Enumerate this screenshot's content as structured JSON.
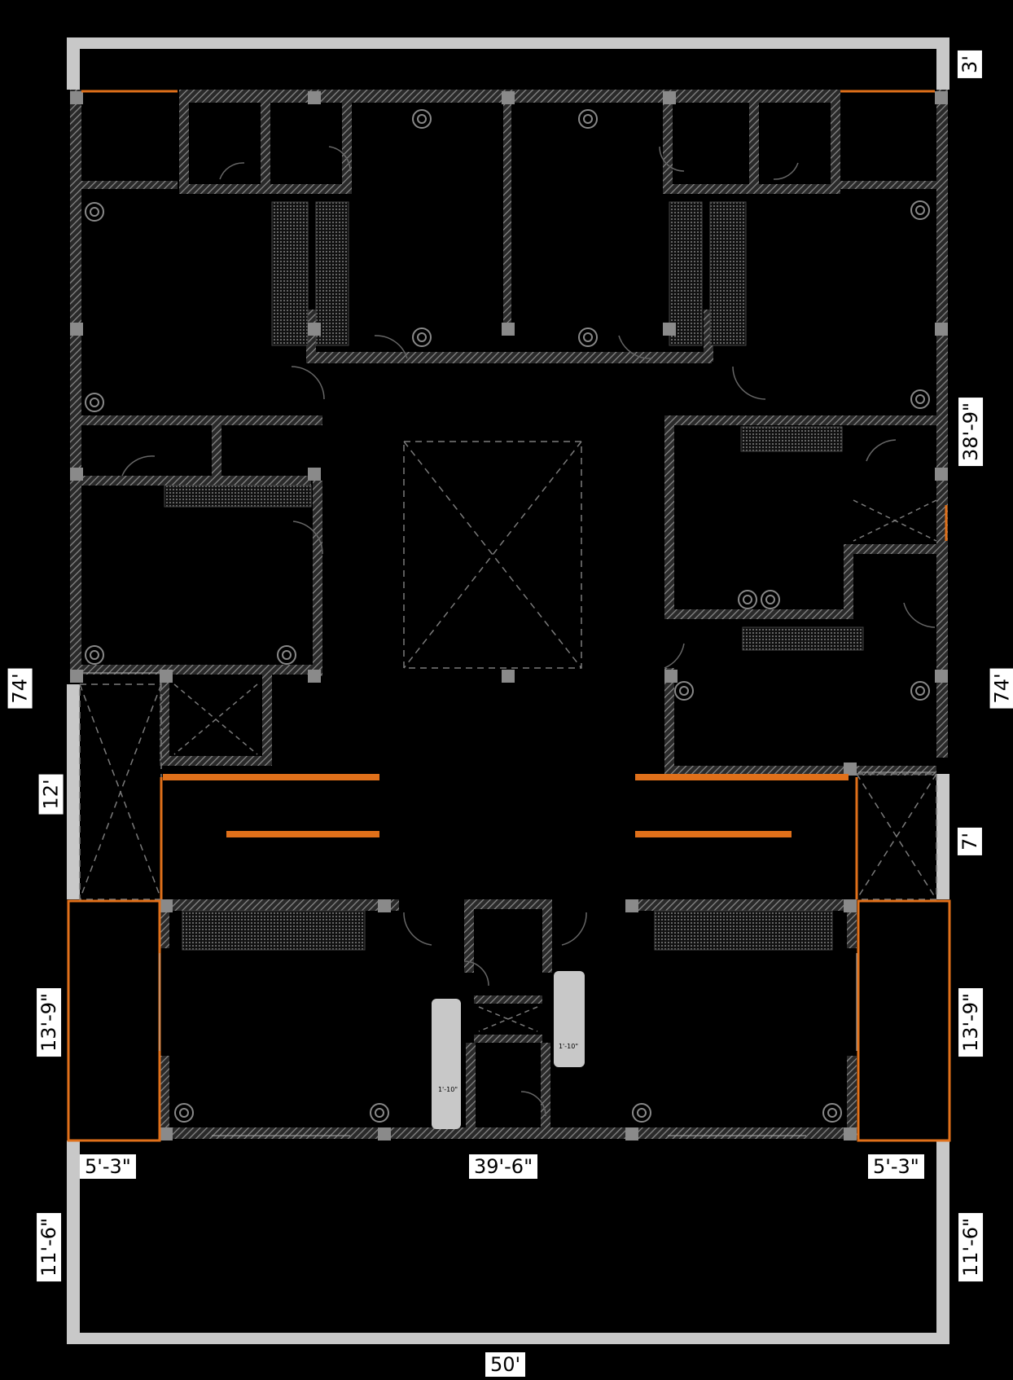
{
  "dimensions": {
    "top_margin": "3'",
    "total_height_left": "74'",
    "total_height_right": "74'",
    "right_upper": "38'-9\"",
    "left_bay": "12'",
    "right_bay": "7'",
    "left_lower_bay": "13'-9\"",
    "right_lower_bay": "13'-9\"",
    "left_small_width": "5'-3\"",
    "center_width": "39'-6\"",
    "right_small_width": "5'-3\"",
    "left_bottom": "11'-6\"",
    "right_bottom": "11'-6\"",
    "total_width": "50'"
  },
  "stair_labels": {
    "left": "1'-10\"",
    "right": "1'-10\""
  },
  "colors": {
    "background": "#000000",
    "boundary_wall": "#c8c8c8",
    "hatch_wall": "#5a5a5a",
    "column": "#8a8a8a",
    "accent_orange": "#e0701a",
    "dash": "#7a7a7a"
  }
}
